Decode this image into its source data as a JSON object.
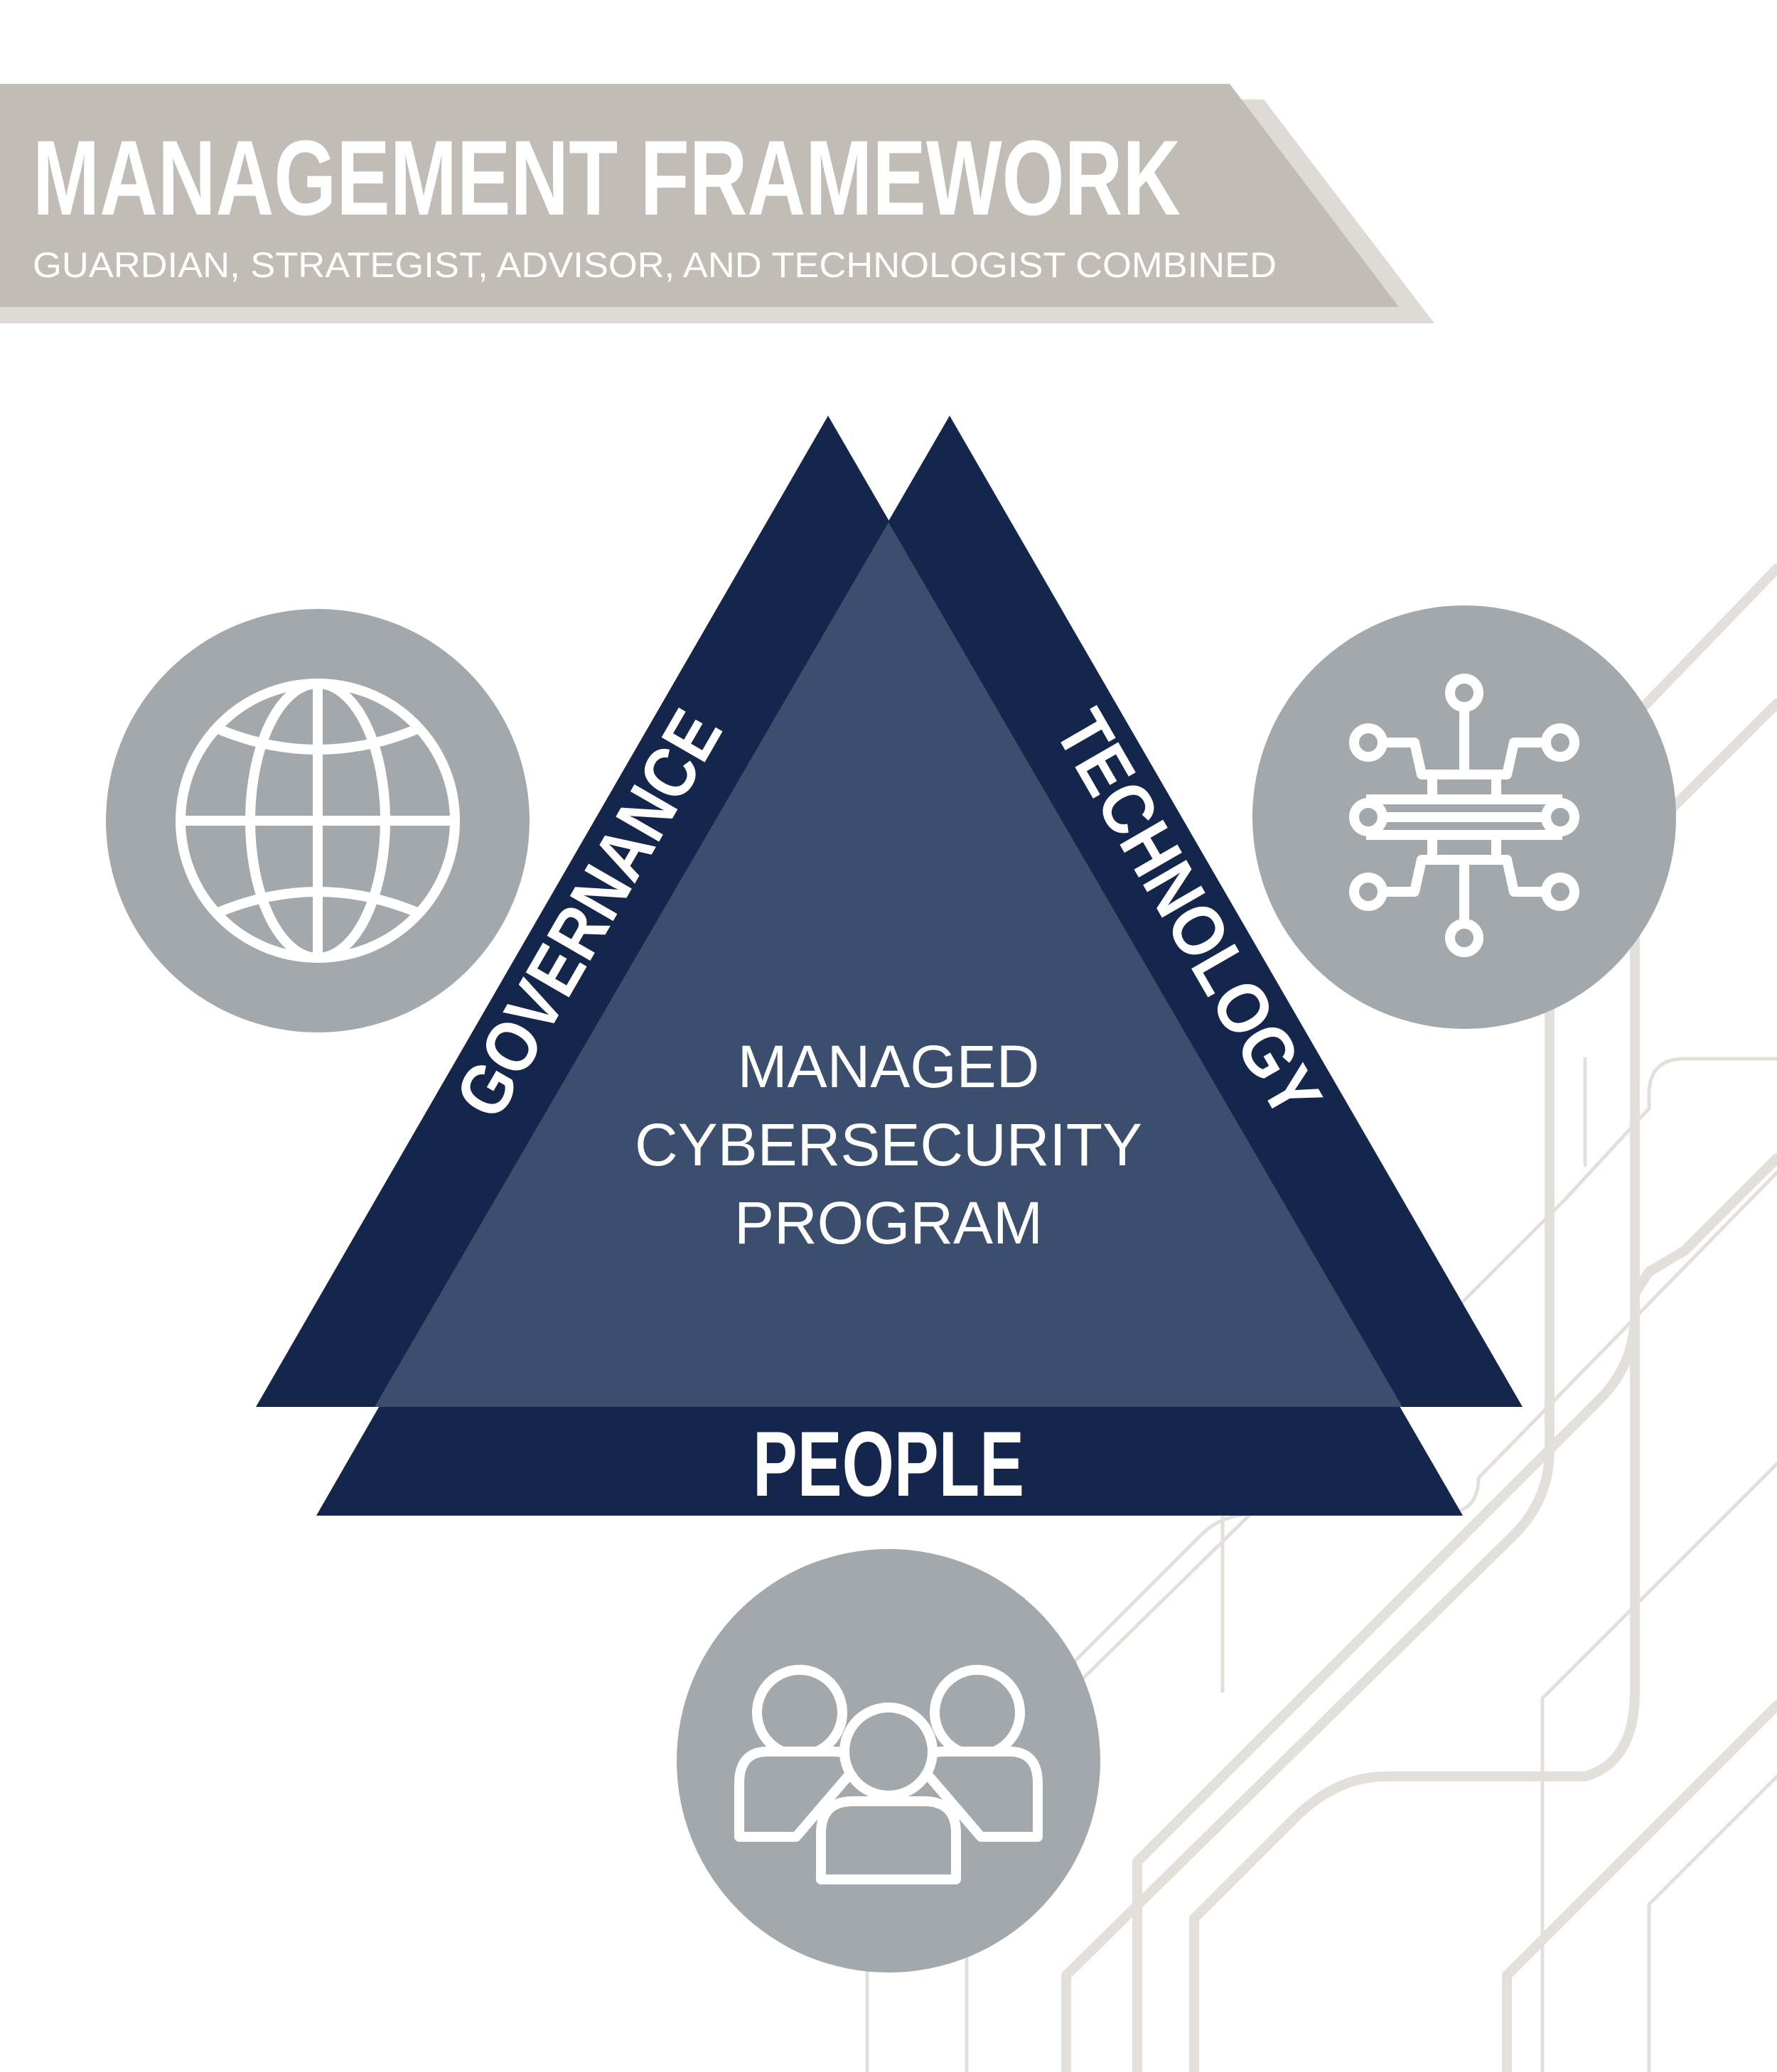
{
  "header": {
    "title": "MANAGEMENT FRAMEWORK",
    "subtitle": "GUARDIAN, STRATEGIST, ADVISOR, AND TECHNOLOGIST COMBINED"
  },
  "diagram": {
    "center_lines": [
      "MANAGED",
      "CYBERSECURITY",
      "PROGRAM"
    ],
    "governance_label": "GOVERNANCE",
    "technology_label": "TECHNOLOGY",
    "people_label": "PEOPLE"
  },
  "icons": {
    "left": "globe-icon",
    "right": "circuit-icon",
    "bottom": "people-group-icon"
  },
  "colors": {
    "banner": "#c1bcb6",
    "banner_shadow": "#dedad5",
    "navy": "#14264c",
    "overlap": "#3c4e6e",
    "circle": "#a3a8ad",
    "lines": "#e3e0dc",
    "white": "#ffffff"
  }
}
